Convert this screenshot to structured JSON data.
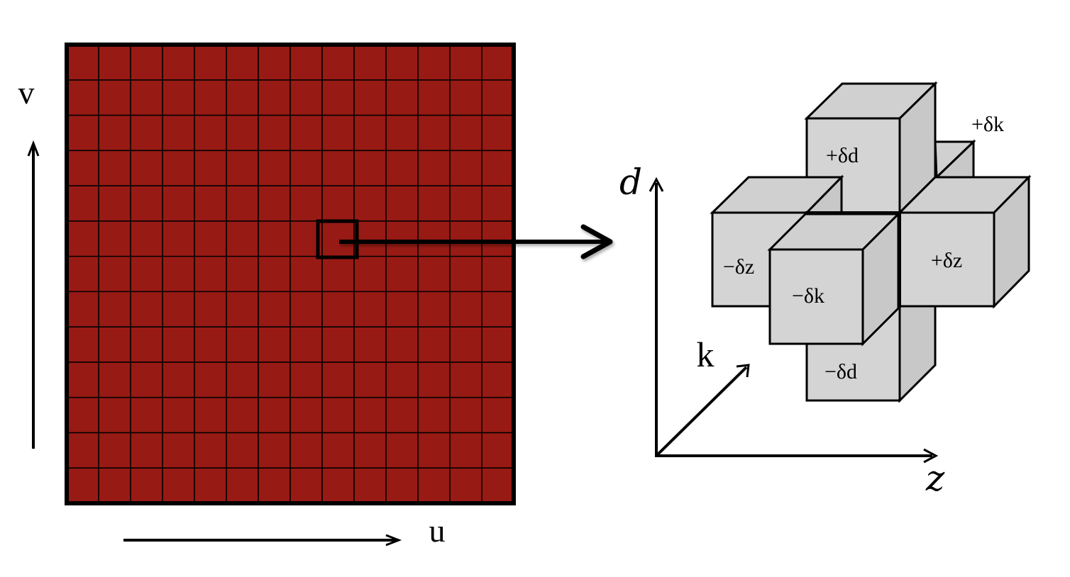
{
  "image_grid": {
    "columns": 14,
    "rows": 13,
    "fill_color": "#981a14",
    "u_label": "u",
    "v_label": "v"
  },
  "voxel_neighborhood": {
    "axes": {
      "d_label": "d",
      "k_label": "k",
      "z_label": "z"
    },
    "neighbors": {
      "plus_dk": "+δk",
      "plus_dd": "+δd",
      "minus_dz": "−δz",
      "plus_dz": "+δz",
      "minus_dk": "−δk",
      "minus_dd": "−δd"
    },
    "cube_colors": {
      "front": "#d4d4d4",
      "top": "#d0d0d0",
      "side": "#c8c8c8"
    }
  }
}
